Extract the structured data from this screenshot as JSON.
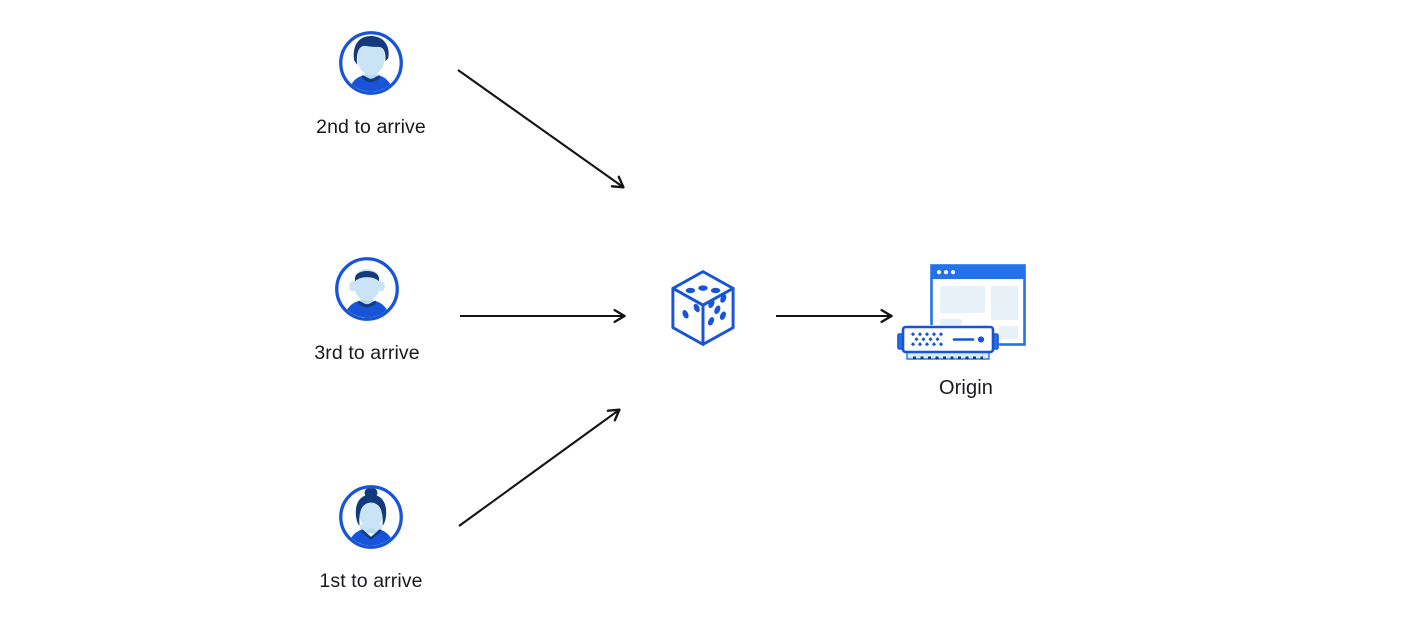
{
  "diagram": {
    "clients": [
      {
        "label": "2nd to arrive",
        "avatar": "man-swept-hair-avatar"
      },
      {
        "label": "3rd to arrive",
        "avatar": "man-short-hair-avatar"
      },
      {
        "label": "1st to arrive",
        "avatar": "woman-bun-avatar"
      }
    ],
    "selector": {
      "icon": "dice-icon"
    },
    "origin": {
      "label": "Origin",
      "icon": "origin-server-browser-icon"
    }
  },
  "colors": {
    "primary_blue": "#1754d8",
    "titlebar_blue": "#2472ea",
    "dark_navy": "#123a7c",
    "skin": "#cbe4f5",
    "skin_shadow": "#b5d8ee",
    "pale_block": "#e8f1f8",
    "server_base": "#d9eaf7",
    "arrow_black": "#141414",
    "text_color": "#17191c",
    "background": "#ffffff"
  }
}
